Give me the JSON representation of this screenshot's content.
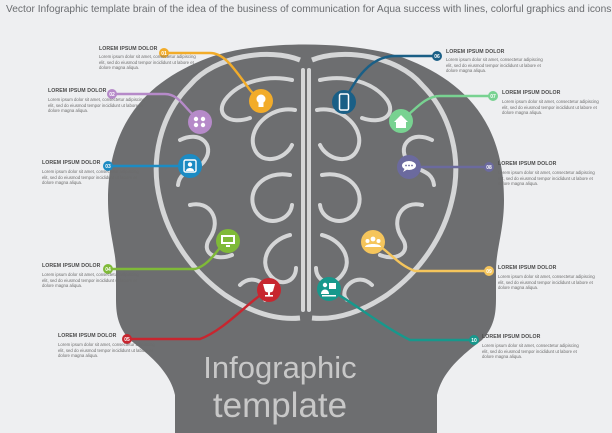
{
  "title": "Vector Infographic template brain of the idea of the business of communication for Aqua success with lines, colorful graphics and icons.",
  "center_text": {
    "line1": "Infographic",
    "line2": "template"
  },
  "items": [
    {
      "num": "01",
      "color": "#f2ac2a",
      "icon": "lightbulb-icon",
      "heading": "LOREM IPSUM DOLOR",
      "text": "Lorem ipsum dolor sit amet, consectetur adipiscing elit, sed do eiusmod tempor incididunt ut labore et dolore magna aliqua."
    },
    {
      "num": "02",
      "color": "#b68ac9",
      "icon": "cards-icon",
      "heading": "LOREM IPSUM DOLOR",
      "text": "Lorem ipsum dolor sit amet, consectetur adipiscing elit, sed do eiusmod tempor incididunt ut labore et dolore magna aliqua."
    },
    {
      "num": "03",
      "color": "#1c8bc3",
      "icon": "user-icon",
      "heading": "LOREM IPSUM DOLOR",
      "text": "Lorem ipsum dolor sit amet, consectetur adipiscing elit, sed do eiusmod tempor incididunt ut labore et dolore magna aliqua."
    },
    {
      "num": "04",
      "color": "#7fba38",
      "icon": "monitor-icon",
      "heading": "LOREM IPSUM DOLOR",
      "text": "Lorem ipsum dolor sit amet, consectetur adipiscing elit, sed do eiusmod tempor incididunt ut labore et dolore magna aliqua."
    },
    {
      "num": "05",
      "color": "#c7262f",
      "icon": "trophy-icon",
      "heading": "LOREM IPSUM DOLOR",
      "text": "Lorem ipsum dolor sit amet, consectetur adipiscing elit, sed do eiusmod tempor incididunt ut labore et dolore magna aliqua."
    },
    {
      "num": "06",
      "color": "#1a5f86",
      "icon": "smartphone-icon",
      "heading": "LOREM IPSUM DOLOR",
      "text": "Lorem ipsum dolor sit amet, consectetur adipiscing elit, sed do eiusmod tempor incididunt ut labore et dolore magna aliqua."
    },
    {
      "num": "07",
      "color": "#78d291",
      "icon": "home-icon",
      "heading": "LOREM IPSUM DOLOR",
      "text": "Lorem ipsum dolor sit amet, consectetur adipiscing elit, sed do eiusmod tempor incididunt ut labore et dolore magna aliqua."
    },
    {
      "num": "08",
      "color": "#6b6a9e",
      "icon": "speech-bubble-icon",
      "heading": "LOREM IPSUM DOLOR",
      "text": "Lorem ipsum dolor sit amet, consectetur adipiscing elit, sed do eiusmod tempor incididunt ut labore et dolore magna aliqua."
    },
    {
      "num": "09",
      "color": "#f5c55c",
      "icon": "group-icon",
      "heading": "LOREM IPSUM DOLOR",
      "text": "Lorem ipsum dolor sit amet, consectetur adipiscing elit, sed do eiusmod tempor incididunt ut labore et dolore magna aliqua."
    },
    {
      "num": "10",
      "color": "#17988c",
      "icon": "presenter-icon",
      "heading": "LOREM IPSUM DOLOR",
      "text": "Lorem ipsum dolor sit amet, consectetur adipiscing elit, sed do eiusmod tempor incididunt ut labore et dolore magna aliqua."
    }
  ]
}
